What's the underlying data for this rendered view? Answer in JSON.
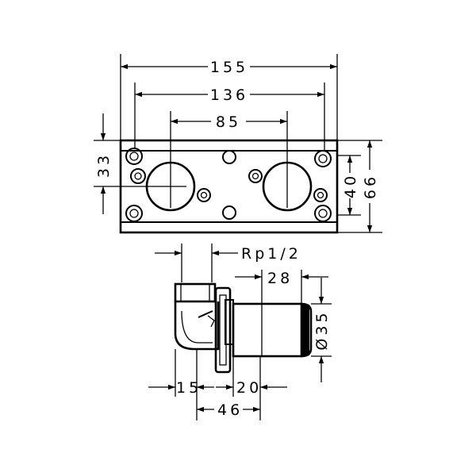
{
  "dimensions": {
    "total_width": "155",
    "hole_span": "136",
    "center_distance": "85",
    "center_offset": "33",
    "inner_height": "40",
    "total_height": "66",
    "thread": "Rp1/2",
    "depth_28": "28",
    "diameter_35": "Ø35",
    "dim_15": "15",
    "dim_20": "20",
    "dim_46": "46"
  },
  "colors": {
    "line": "#000000",
    "background": "#ffffff"
  }
}
